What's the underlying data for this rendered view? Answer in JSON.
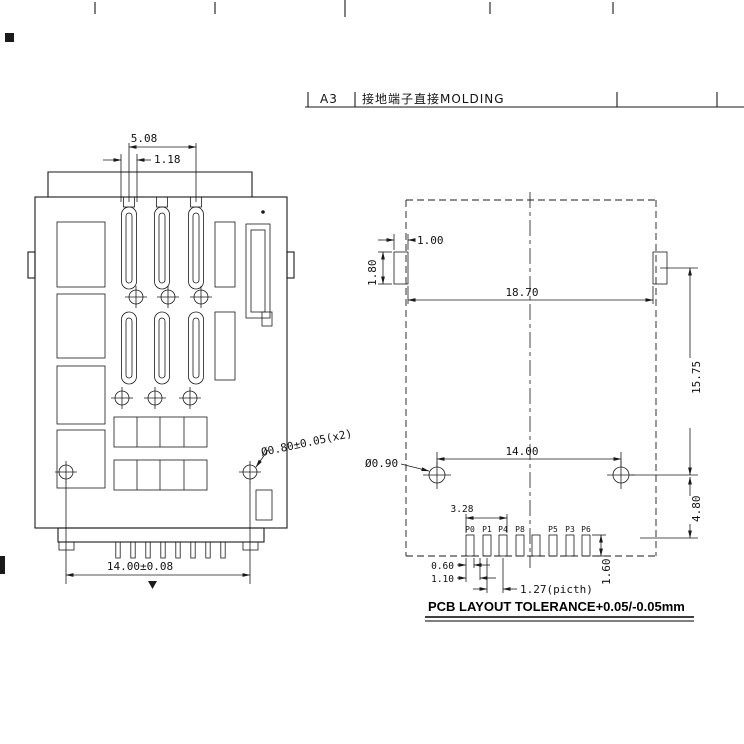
{
  "title_block": {
    "sheet_size": "A3",
    "drawing_title": "接地端子直接MOLDING"
  },
  "left_view": {
    "dim_contact_pitch": "5.08",
    "dim_contact_width": "1.18",
    "dim_mount_span": "14.00±0.08",
    "note_mount_hole": "Ø0.80±0.05(x2)"
  },
  "right_view": {
    "dim_pad_width": "1.00",
    "dim_pad_height": "1.80",
    "dim_overall": "18.70",
    "dim_height": "15.75",
    "dim_hole_span": "14.00",
    "note_hole_dia": "Ø0.90",
    "dim_holes_to_pads": "4.80",
    "dim_pad_group": "3.28",
    "dim_pad_w": "0.60",
    "dim_pad_offset": "1.10",
    "dim_pitch": "1.27(picth)",
    "dim_pad_h": "1.60",
    "pin_labels": [
      "P0",
      "P1",
      "P4",
      "P8",
      "P5",
      "P3",
      "P6"
    ]
  },
  "footer": {
    "note": "PCB LAYOUT TOLERANCE+0.05/-0.05mm"
  }
}
